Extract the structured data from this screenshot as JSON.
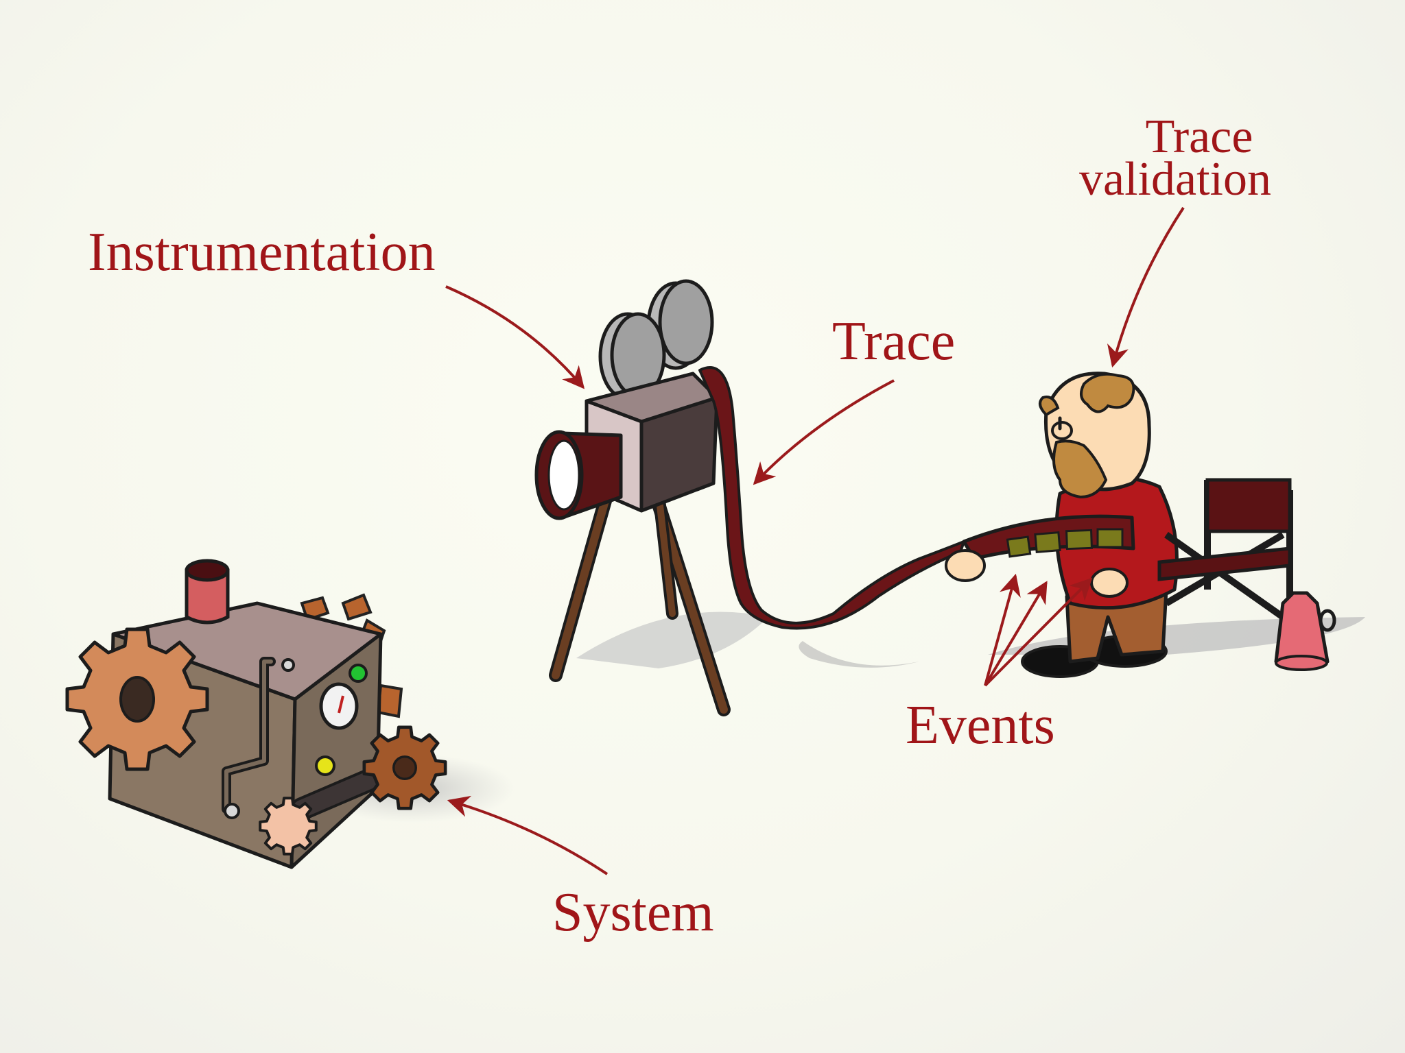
{
  "labels": {
    "instrumentation": "Instrumentation",
    "trace": "Trace",
    "trace_validation_line1": "Trace",
    "trace_validation_line2": "validation",
    "events": "Events",
    "system": "System"
  },
  "colors": {
    "label": "#a01518",
    "arrow": "#9b1a1c",
    "background": "#f8f9ef",
    "film": "#6b1518",
    "frame": "#7a7a1c",
    "shirt": "#b4181c",
    "beard": "#c08a40",
    "gear_orange": "#d38a5a",
    "gear_brown": "#a2582a",
    "machine_top": "#a8908d",
    "camera_body": "#d8c6c6"
  },
  "icons": [
    "steam-machine-icon",
    "film-camera-icon",
    "tripod-icon",
    "film-strip-icon",
    "bearded-man-icon",
    "director-chair-icon",
    "megaphone-icon"
  ]
}
